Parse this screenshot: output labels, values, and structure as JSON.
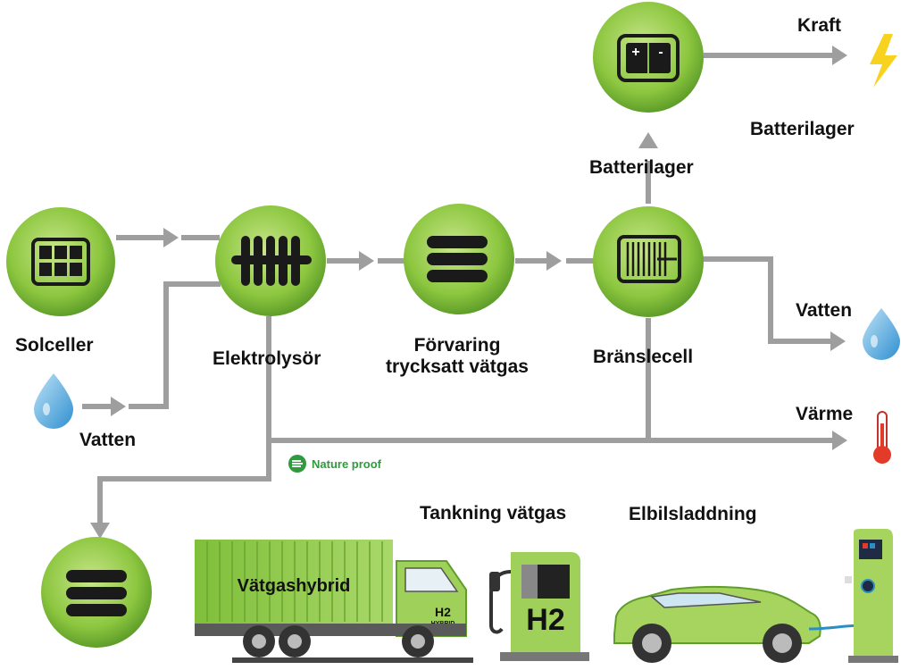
{
  "labels": {
    "solceller": "Solceller",
    "vatten_in": "Vatten",
    "elektrolysor": "Elektrolysör",
    "forvaring_line1": "Förvaring",
    "forvaring_line2": "trycksatt vätgas",
    "bransle": "Bränslecell",
    "batterilager_mid": "Batterilager",
    "batterilager_right": "Batterilager",
    "kraft": "Kraft",
    "vatten_out": "Vatten",
    "varme": "Värme",
    "tankning": "Tankning vätgas",
    "elbil": "Elbilsladdning",
    "truck_label": "Vätgashybrid",
    "truck_h2": "H2",
    "truck_hybrid": "HYBRID",
    "pump_h2": "H2",
    "battery_plus": "+",
    "battery_minus": "-"
  },
  "logo": {
    "text": "Nature proof"
  },
  "colors": {
    "node_green": "#8cc63f",
    "node_dark_green": "#5f9e2a",
    "arrow_gray": "#9e9e9e",
    "icon_black": "#1a1a1a",
    "water_blue": "#4aa8e0",
    "bolt_yellow": "#f7d21e",
    "thermo_red": "#e23b2a"
  }
}
